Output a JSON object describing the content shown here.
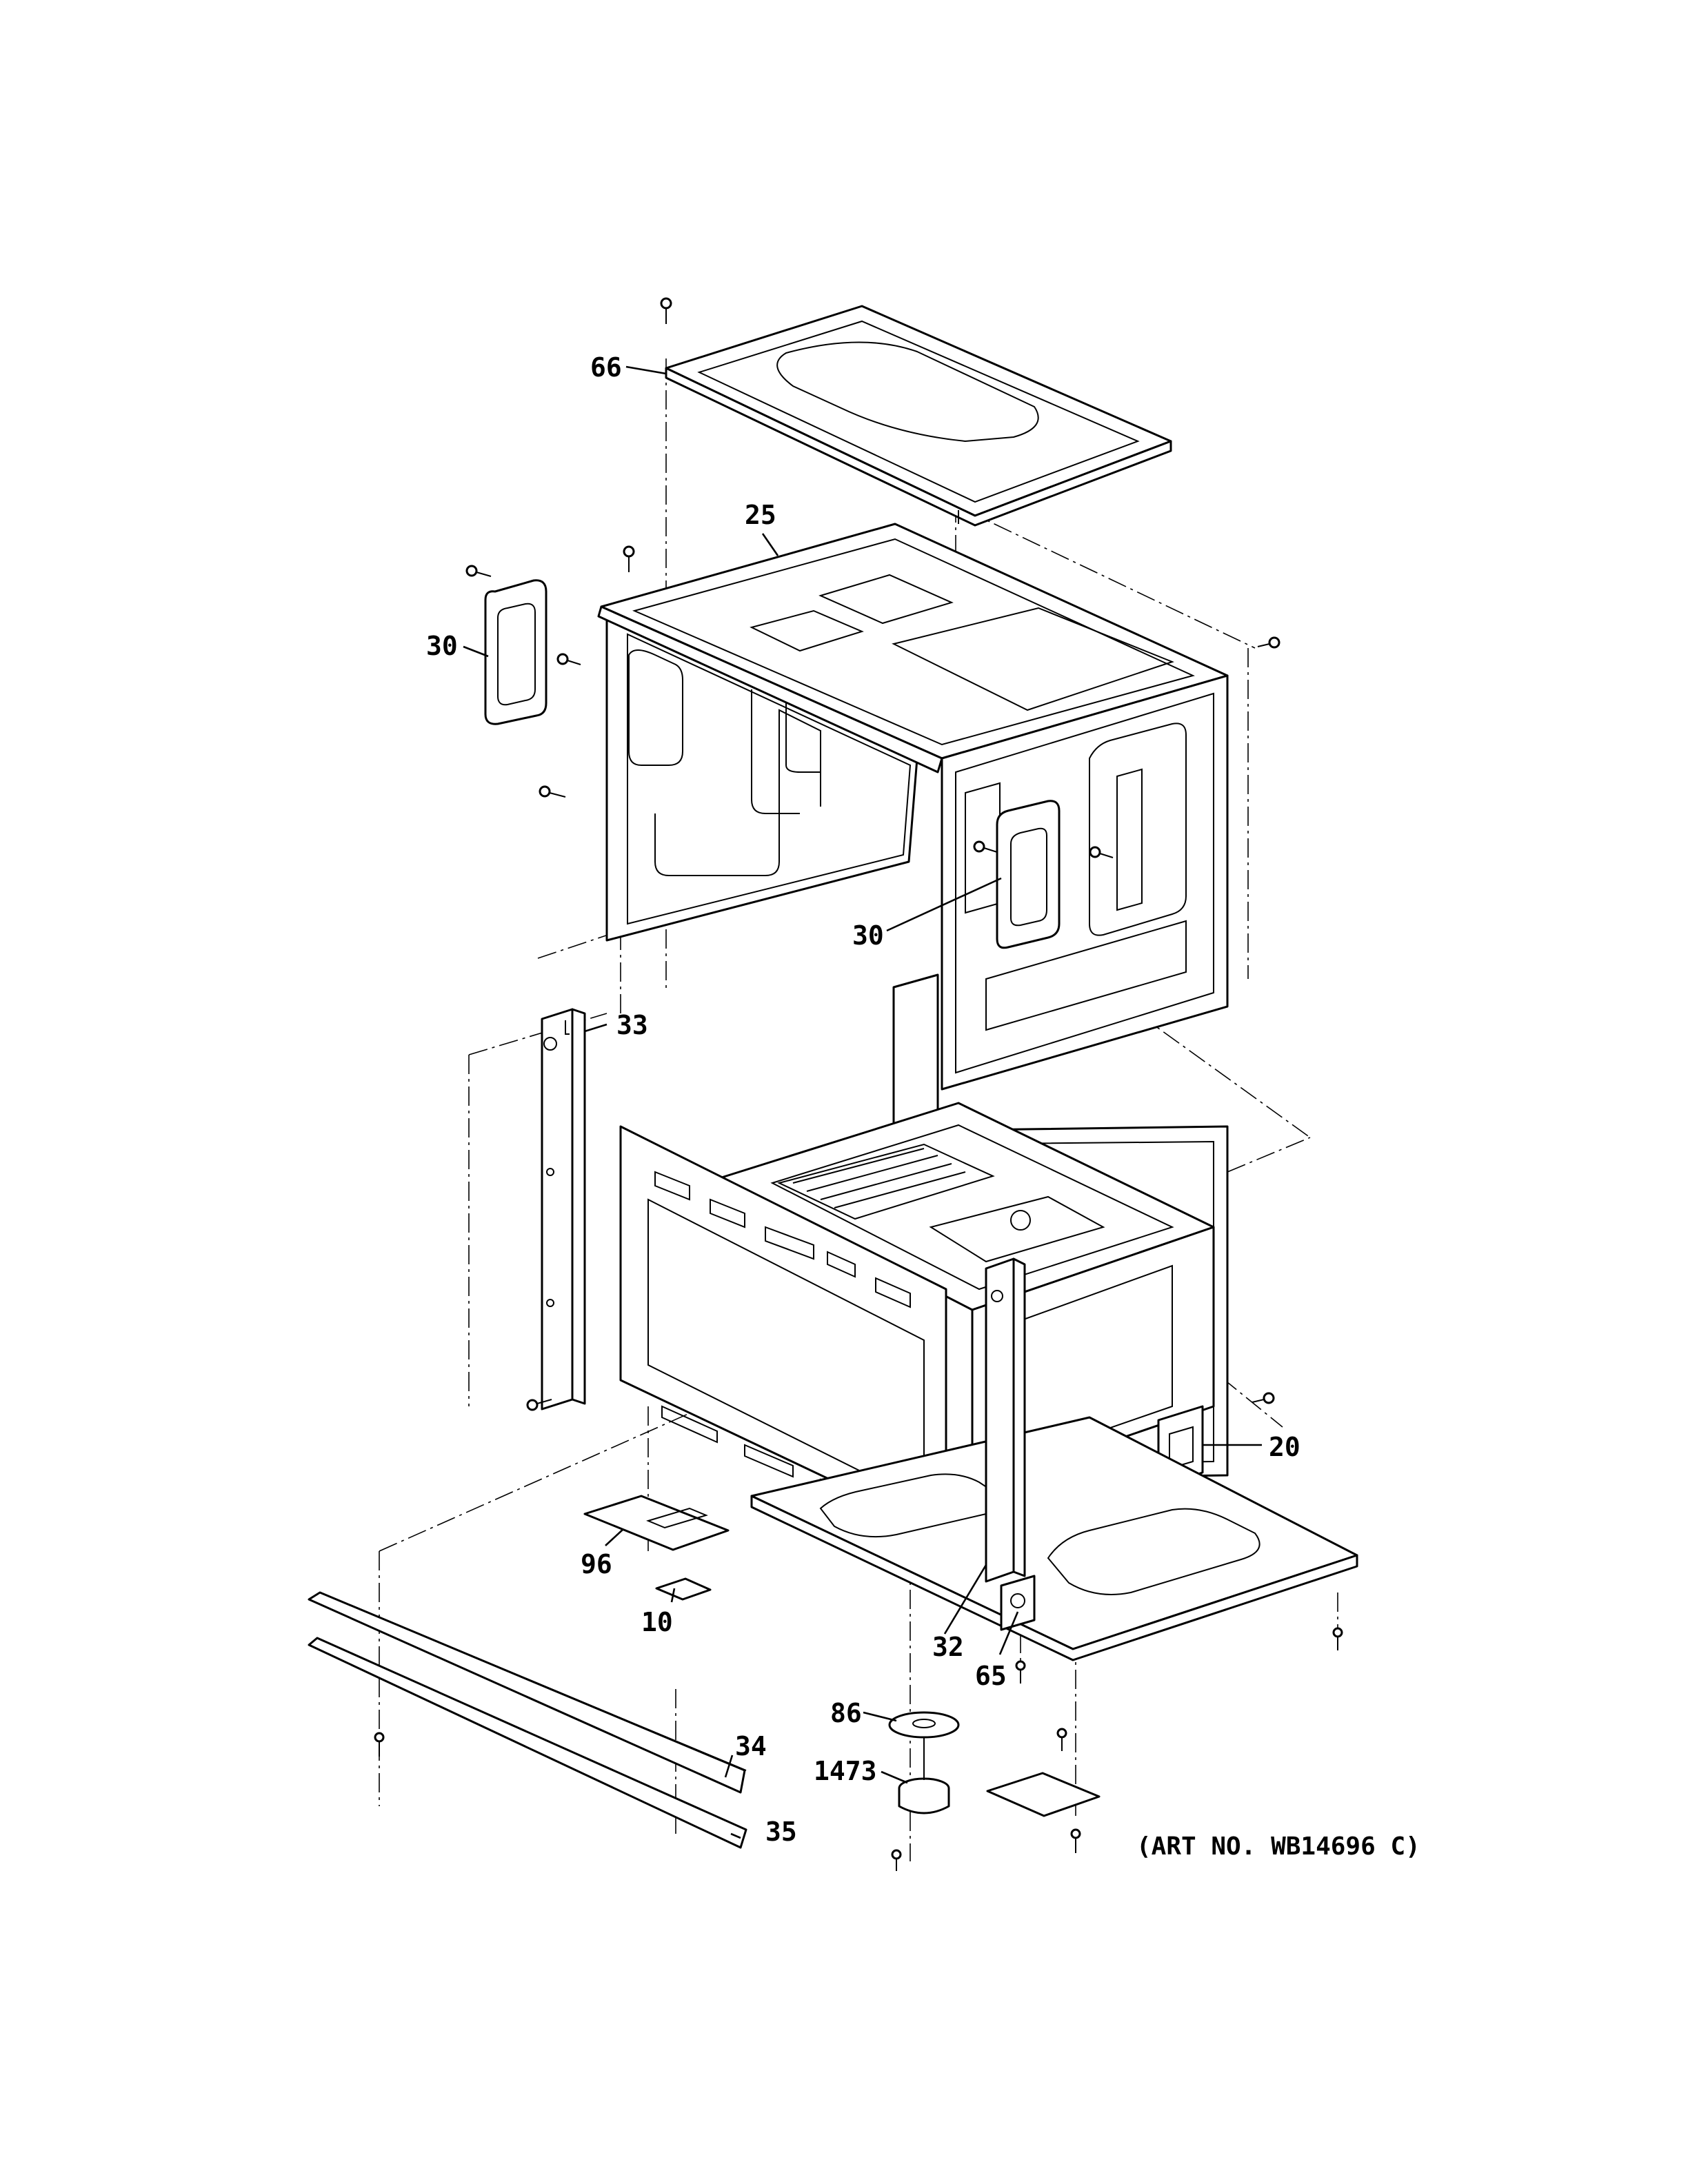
{
  "diagram": {
    "art_number": "(ART NO. WB14696 C)",
    "callouts": {
      "c66": "66",
      "c25": "25",
      "c30a": "30",
      "c30b": "30",
      "c33": "33",
      "c20": "20",
      "c96": "96",
      "c10": "10",
      "c32": "32",
      "c65": "65",
      "c86": "86",
      "c1473": "1473",
      "c34": "34",
      "c35": "35"
    }
  }
}
